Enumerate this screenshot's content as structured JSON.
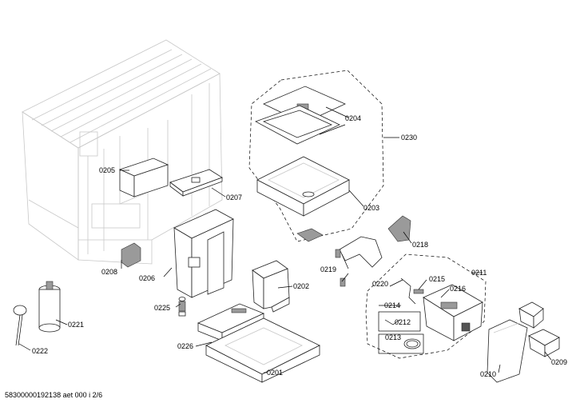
{
  "labels": {
    "p0204": "0204",
    "p0230": "0230",
    "p0205": "0205",
    "p0207": "0207",
    "p0203": "0203",
    "p0218": "0218",
    "p0208": "0208",
    "p0206": "0206",
    "p0219": "0219",
    "p0211": "0211",
    "p0220": "0220",
    "p0215": "0215",
    "p0216": "0216",
    "p0202": "0202",
    "p0225": "0225",
    "p0214": "0214",
    "p0212": "0212",
    "p0221": "0221",
    "p0213": "0213",
    "p0209": "0209",
    "p0226": "0226",
    "p0222": "0222",
    "p0210": "0210",
    "p0201": "0201"
  },
  "footer": {
    "doc_id": "58300000192138 aet 000 i 2/6"
  }
}
